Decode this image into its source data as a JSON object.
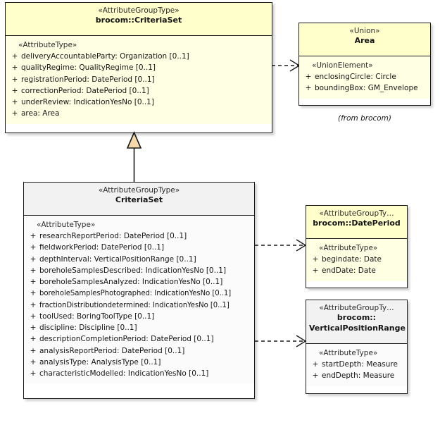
{
  "diagram": {
    "type": "uml-class-diagram",
    "colors": {
      "yellow_header": "#ffffcc",
      "yellow_body": "#ffffe3",
      "grey_header": "#f2f2f2",
      "grey_body": "#fbfbfb",
      "border": "#1a1a1a",
      "generalization_fill": "#f5d9ad",
      "text": "#141414"
    }
  },
  "classes": {
    "brocom_criteriaset": {
      "stereotype": "«AttributeGroupType»",
      "name": "brocom::CriteriaSet",
      "group_stereotype": "«AttributeType»",
      "attributes": [
        {
          "visibility": "+",
          "text": "deliveryAccountableParty: Organization [0..1]"
        },
        {
          "visibility": "+",
          "text": "qualityRegime: QualityRegime [0..1]"
        },
        {
          "visibility": "+",
          "text": "registrationPeriod: DatePeriod [0..1]"
        },
        {
          "visibility": "+",
          "text": "correctionPeriod: DatePeriod [0..1]"
        },
        {
          "visibility": "+",
          "text": "underReview: IndicationYesNo [0..1]"
        },
        {
          "visibility": "+",
          "text": "area: Area"
        }
      ]
    },
    "area": {
      "stereotype": "«Union»",
      "name": "Area",
      "group_stereotype": "«UnionElement»",
      "attributes": [
        {
          "visibility": "+",
          "text": "enclosingCircle: Circle"
        },
        {
          "visibility": "+",
          "text": "boundingBox: GM_Envelope"
        }
      ],
      "package_note": "(from brocom)"
    },
    "criteriaset": {
      "stereotype": "«AttributeGroupType»",
      "name": "CriteriaSet",
      "group_stereotype": "«AttributeType»",
      "attributes": [
        {
          "visibility": "+",
          "text": "researchReportPeriod: DatePeriod [0..1]"
        },
        {
          "visibility": "+",
          "text": "fieldworkPeriod: DatePeriod [0..1]"
        },
        {
          "visibility": "+",
          "text": "depthInterval: VerticalPositionRange [0..1]"
        },
        {
          "visibility": "+",
          "text": "boreholeSamplesDescribed: IndicationYesNo [0..1]"
        },
        {
          "visibility": "+",
          "text": "boreholeSamplesAnalyzed: IndicationYesNo [0..1]"
        },
        {
          "visibility": "+",
          "text": "boreholeSamplesPhotographed: IndicationYesNo [0..1]"
        },
        {
          "visibility": "+",
          "text": "fractionDistributiondetermined: IndicationYesNo [0..1]"
        },
        {
          "visibility": "+",
          "text": "toolUsed: BoringToolType [0..1]"
        },
        {
          "visibility": "+",
          "text": "discipline: Discipline [0..1]"
        },
        {
          "visibility": "+",
          "text": "descriptionCompletionPeriod: DatePeriod [0..1]"
        },
        {
          "visibility": "+",
          "text": "analysisReportPeriod: DatePeriod [0..1]"
        },
        {
          "visibility": "+",
          "text": "analysisType: AnalysisType [0..1]"
        },
        {
          "visibility": "+",
          "text": "characteristicModelled: IndicationYesNo [0..1]"
        }
      ]
    },
    "dateperiod": {
      "stereotype": "«AttributeGroupTy…",
      "name": "brocom::DatePeriod",
      "group_stereotype": "«AttributeType»",
      "attributes": [
        {
          "visibility": "+",
          "text": "begindate: Date"
        },
        {
          "visibility": "+",
          "text": "endDate: Date"
        }
      ]
    },
    "verticalpositionrange": {
      "stereotype": "«AttributeGroupTy…",
      "name": "brocom::",
      "name_line2": "VerticalPositionRange",
      "group_stereotype": "«AttributeType»",
      "attributes": [
        {
          "visibility": "+",
          "text": "startDepth: Measure"
        },
        {
          "visibility": "+",
          "text": "endDepth: Measure"
        }
      ]
    }
  },
  "relationships": [
    {
      "kind": "generalization",
      "from": "criteriaset",
      "to": "brocom_criteriaset",
      "style": "solid",
      "arrow": "hollow-triangle"
    },
    {
      "kind": "dependency",
      "from": "brocom_criteriaset",
      "to": "area",
      "style": "dashed",
      "arrow": "open"
    },
    {
      "kind": "dependency",
      "from": "criteriaset",
      "to": "dateperiod",
      "style": "dashed",
      "arrow": "open"
    },
    {
      "kind": "dependency",
      "from": "criteriaset",
      "to": "verticalpositionrange",
      "style": "dashed",
      "arrow": "open"
    }
  ]
}
